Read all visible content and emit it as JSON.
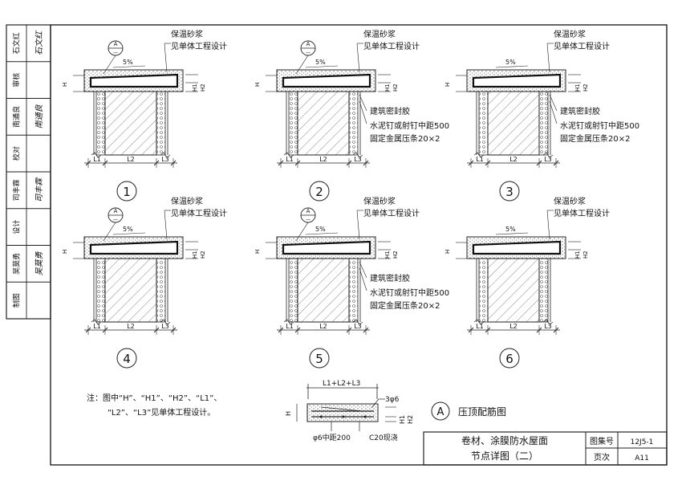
{
  "side_strip": {
    "rows": [
      {
        "role": "石文红",
        "sign": "石文红"
      },
      {
        "role": "审核",
        "sign": ""
      },
      {
        "role": "南通良",
        "sign": "南通良"
      },
      {
        "role": "校对",
        "sign": ""
      },
      {
        "role": "司丰霖",
        "sign": "司丰霖"
      },
      {
        "role": "设计",
        "sign": ""
      },
      {
        "role": "吴莫勇",
        "sign": "吴莫勇"
      },
      {
        "role": "制图",
        "sign": ""
      }
    ]
  },
  "labels": {
    "mortar": "保温砂浆",
    "see_design": "见单体工程设计",
    "sealant": "建筑密封胶",
    "nail": "水泥钉或射钉中距500",
    "strip": "固定金属压条20×2",
    "slope": "5%",
    "h": "H",
    "h1": "H1",
    "h2": "H2",
    "l1": "L1",
    "l2": "L2",
    "l3": "L3",
    "ref_letter": "A",
    "ref_number": "—"
  },
  "details": [
    {
      "number": "1",
      "has_ref": true,
      "has_sealant": false
    },
    {
      "number": "2",
      "has_ref": true,
      "has_sealant": true
    },
    {
      "number": "3",
      "has_ref": false,
      "has_sealant": true
    },
    {
      "number": "4",
      "has_ref": true,
      "has_sealant": false
    },
    {
      "number": "5",
      "has_ref": true,
      "has_sealant": true
    },
    {
      "number": "6",
      "has_ref": false,
      "has_sealant": false
    }
  ],
  "note": {
    "line1": "注：图中“H”、“H1”、“H2”、“L1”、",
    "line2": "“L2”、“L3”见单体工程设计。"
  },
  "rebar_detail": {
    "total": "L1+L2+L3",
    "bars": "3φ6",
    "stirrup": "φ6中距200",
    "concrete": "C20现浇",
    "letter": "A",
    "title": "压顶配筋图"
  },
  "title_block": {
    "title_line1": "卷材、涂膜防水屋面",
    "title_line2": "节点详图（二）",
    "atlas_label": "图集号",
    "atlas_value": "12J5-1",
    "page_label": "页次",
    "page_value": "A11"
  }
}
